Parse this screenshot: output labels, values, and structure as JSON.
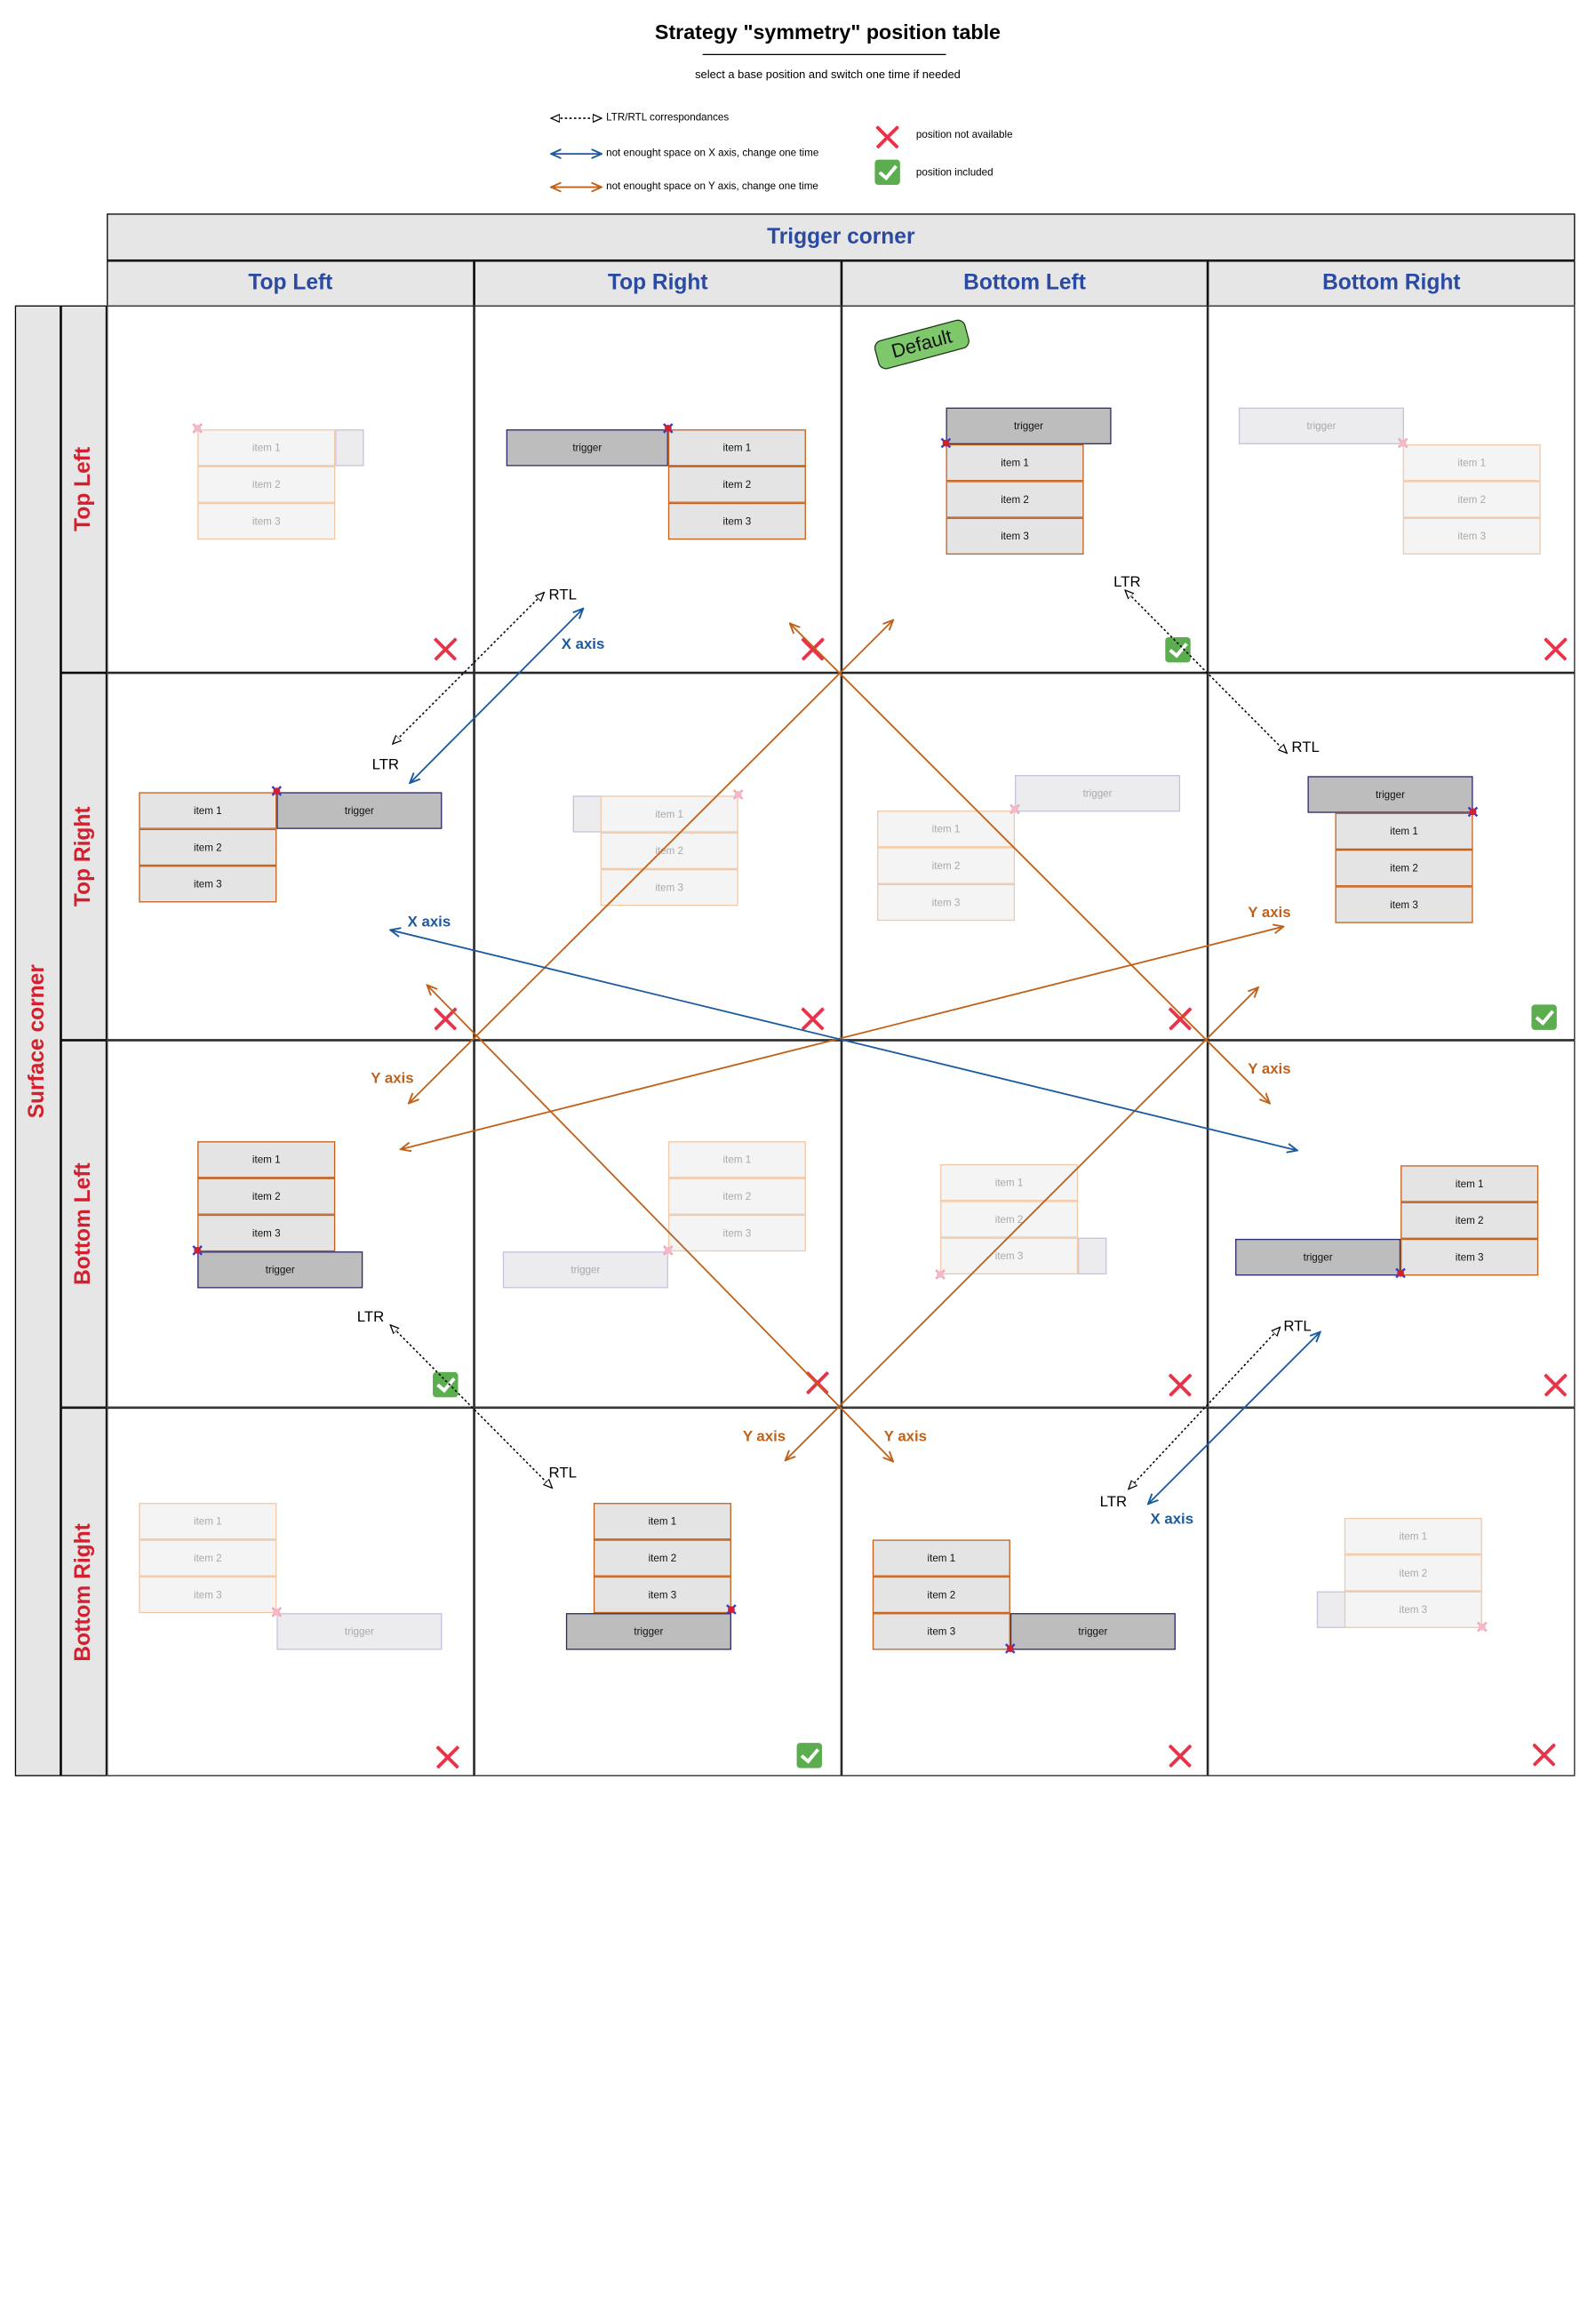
{
  "title": "Strategy \"symmetry\" position table",
  "subtitle": "select a base position and switch one time if needed",
  "legend": {
    "ltr_rtl": "LTR/RTL correspondances",
    "x_axis": "not enought space on X axis, change one time",
    "y_axis": "not enought space on Y axis, change one time",
    "not_available": "position not available",
    "included": "position included"
  },
  "headers": {
    "trigger_corner": "Trigger corner",
    "surface_corner": "Surface corner",
    "columns": [
      "Top Left",
      "Top Right",
      "Bottom Left",
      "Bottom Right"
    ],
    "rows": [
      "Top Left",
      "Top Right",
      "Bottom Left",
      "Bottom Right"
    ]
  },
  "badge_default": "Default",
  "labels": {
    "item1": "item 1",
    "item2": "item 2",
    "item3": "item 3",
    "trigger": "trigger",
    "x_axis": "X axis",
    "y_axis": "Y axis",
    "ltr": "LTR",
    "rtl": "RTL"
  },
  "colors": {
    "header_blue": "#2b4aa2",
    "surface_red": "#d3202f",
    "x_axis_arrow": "#1a5a9e",
    "y_axis_arrow": "#c0611a",
    "item_border": "#c4611d",
    "trigger_border": "#2b2a6a",
    "check_green": "#5cad4f",
    "cross_red": "#e8344a"
  },
  "status_matrix": [
    [
      "not-available",
      "not-available",
      "included",
      "not-available"
    ],
    [
      "not-available",
      "not-available",
      "not-available",
      "included"
    ],
    [
      "included",
      "not-available",
      "not-available",
      "not-available"
    ],
    [
      "not-available",
      "included",
      "not-available",
      "not-available"
    ]
  ]
}
